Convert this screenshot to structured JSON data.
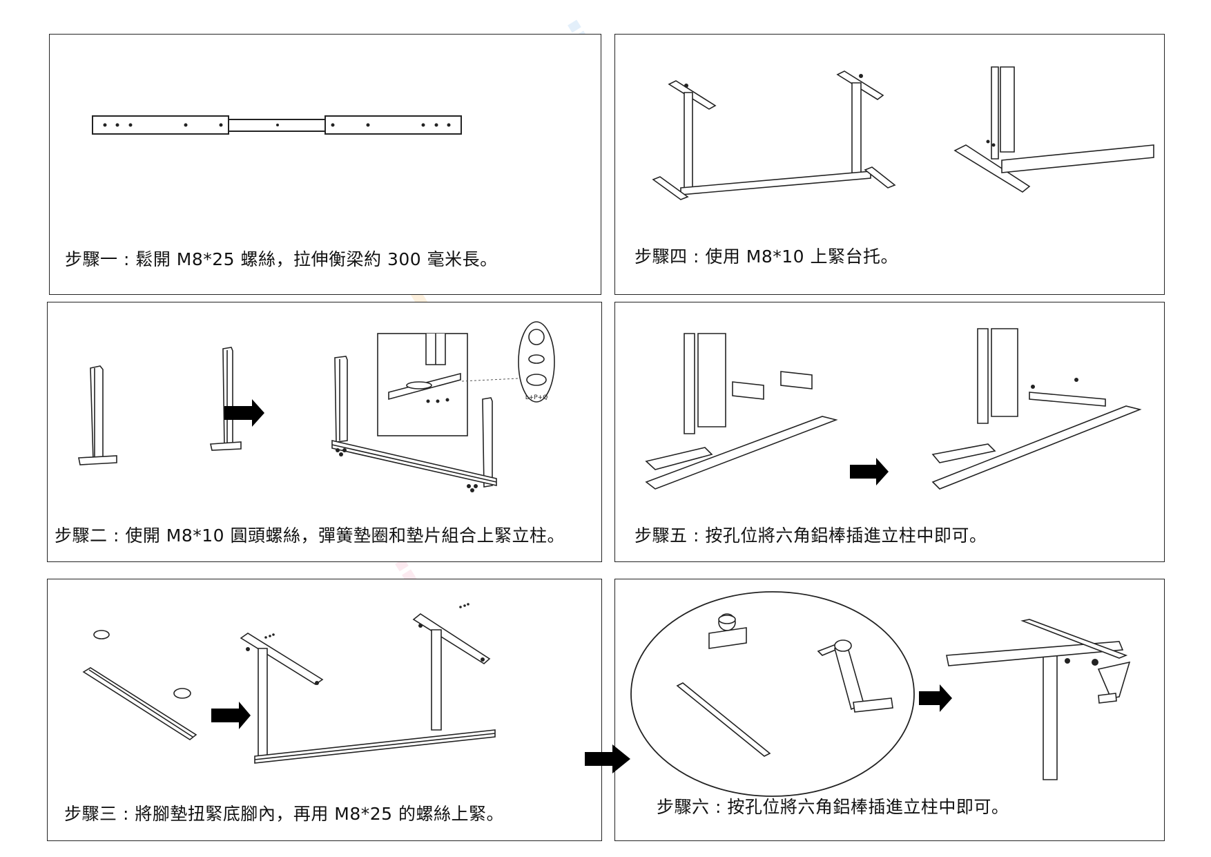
{
  "steps": [
    {
      "caption": "步驟一 : 鬆開 M8*25 螺絲，拉伸衡梁約 300 毫米長。"
    },
    {
      "caption": "步驟二 : 使開 M8*10 圓頭螺絲，彈簧墊圈和墊片組合上緊立柱。"
    },
    {
      "caption": "步驟三 : 將腳墊扭緊底腳內，再用 M8*25 的螺絲上緊。"
    },
    {
      "caption": "步驟四 : 使用 M8*10 上緊台托。"
    },
    {
      "caption": "步驟五 : 按孔位將六角鋁棒插進立柱中即可。"
    },
    {
      "caption": "步驟六 : 按孔位將六角鋁棒插進立柱中即可。"
    }
  ],
  "parts_label": "L+P+Q",
  "watermark": "gomini",
  "colors": {
    "line": "#222222",
    "arrow": "#000000",
    "border": "#222222"
  }
}
